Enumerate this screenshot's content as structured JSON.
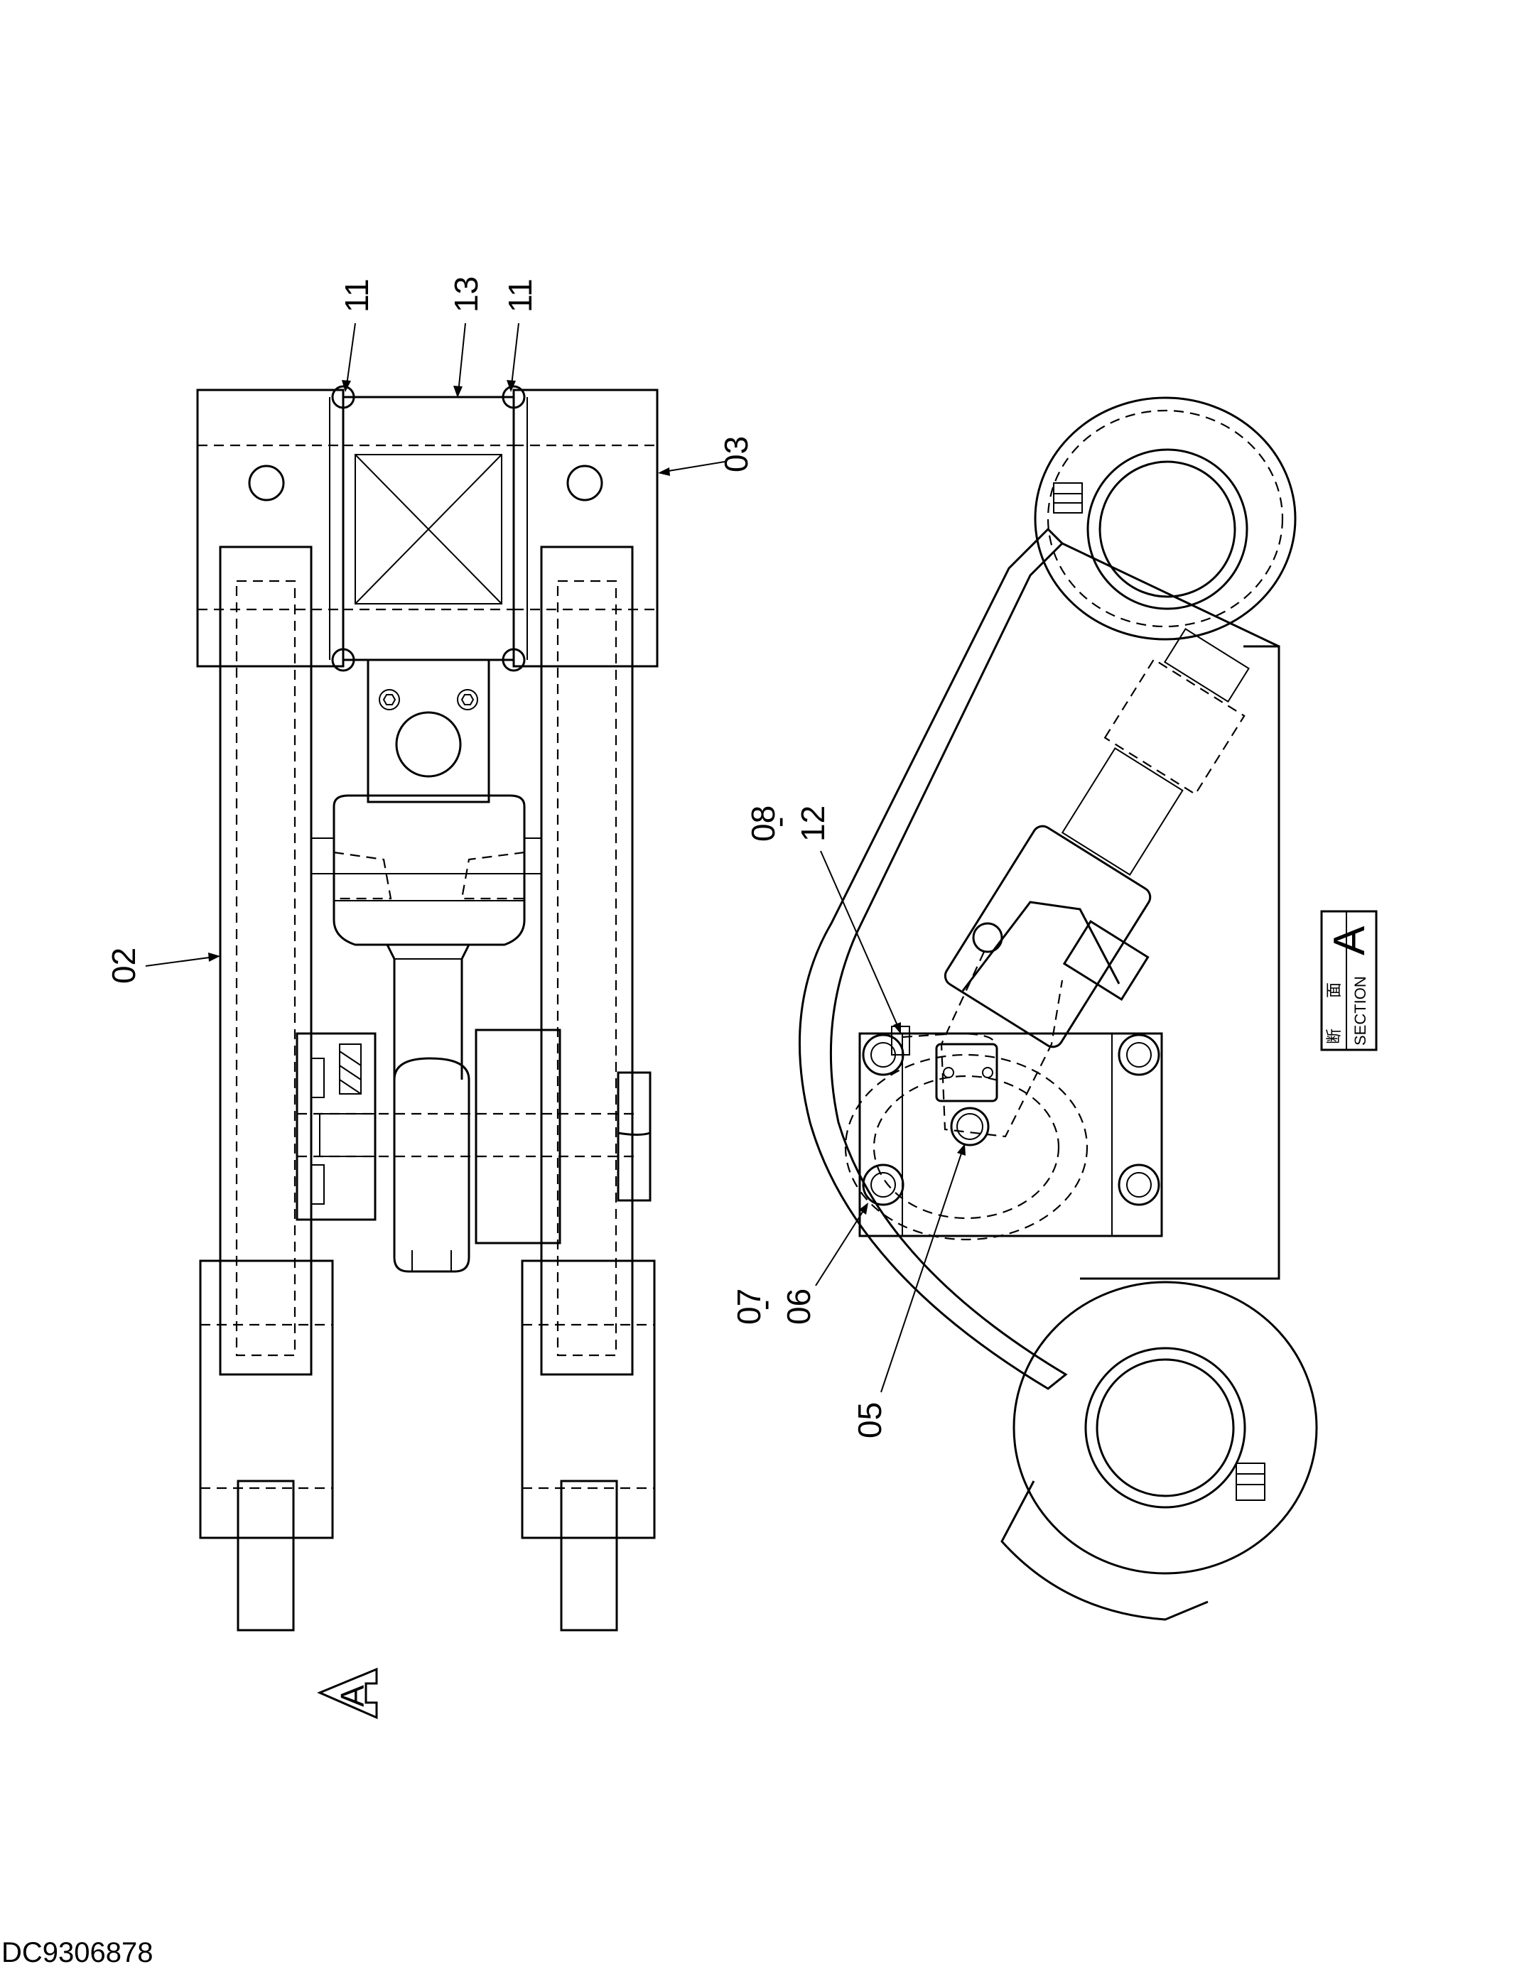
{
  "labels": {
    "p02": "02",
    "p03": "03",
    "p05": "05",
    "p06": "06",
    "p07": "07",
    "p08": "08",
    "p11a": "11",
    "p11b": "11",
    "p12": "12",
    "p13": "13",
    "sep1": "-",
    "sep2": "-"
  },
  "section": {
    "letter": "A",
    "kanji_1": "断",
    "kanji_2": "面",
    "word": "SECTION"
  },
  "view_marker": "A",
  "doc_id": "DC9306878"
}
